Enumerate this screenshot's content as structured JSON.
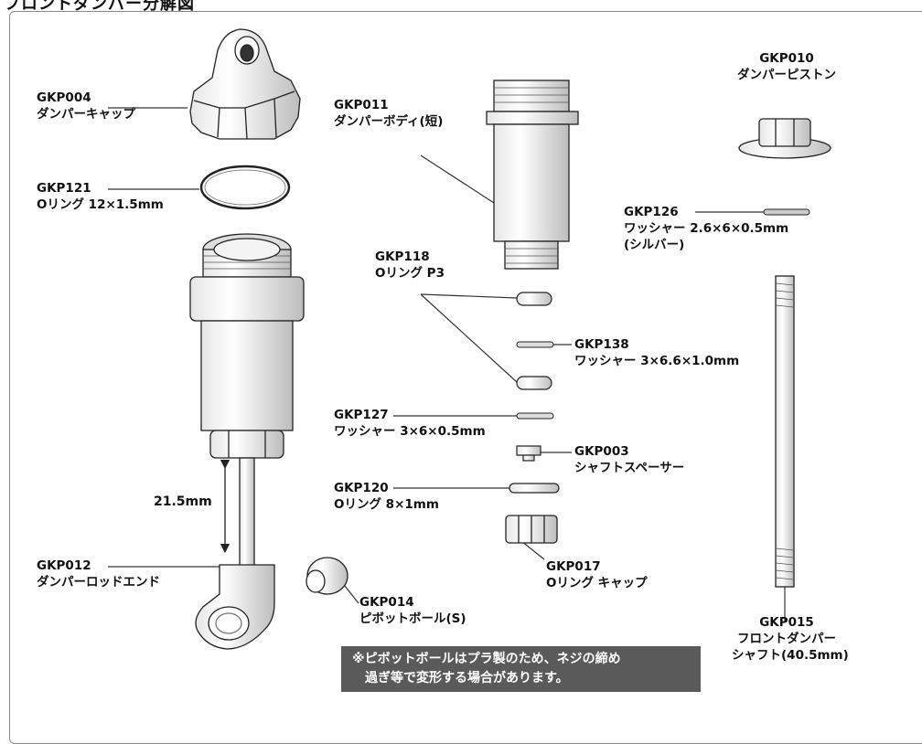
{
  "title": "フロントダンパー分解図",
  "parts": {
    "gkp004": {
      "code": "GKP004",
      "name": "ダンパーキャップ"
    },
    "gkp121": {
      "code": "GKP121",
      "name": "Oリング 12×1.5mm"
    },
    "gkp011": {
      "code": "GKP011",
      "name": "ダンパーボディ(短)"
    },
    "gkp010": {
      "code": "GKP010",
      "name": "ダンパーピストン"
    },
    "gkp126": {
      "code": "GKP126",
      "name": "ワッシャー 2.6×6×0.5mm",
      "note": "(シルバー)"
    },
    "gkp118": {
      "code": "GKP118",
      "name": "Oリング P3"
    },
    "gkp138": {
      "code": "GKP138",
      "name": "ワッシャー 3×6.6×1.0mm"
    },
    "gkp127": {
      "code": "GKP127",
      "name": "ワッシャー 3×6×0.5mm"
    },
    "gkp003": {
      "code": "GKP003",
      "name": "シャフトスペーサー"
    },
    "gkp120": {
      "code": "GKP120",
      "name": "Oリング 8×1mm"
    },
    "gkp017": {
      "code": "GKP017",
      "name": "Oリング キャップ"
    },
    "gkp012": {
      "code": "GKP012",
      "name": "ダンパーロッドエンド"
    },
    "gkp014": {
      "code": "GKP014",
      "name": "ピボットボール(S)"
    },
    "gkp015": {
      "code": "GKP015",
      "name": "フロントダンパー",
      "note": "シャフト(40.5mm)"
    }
  },
  "dimension": "21.5mm",
  "notice": {
    "line1": "※ピボットボールはプラ製のため、ネジの締め",
    "line2": "過ぎ等で変形する場合があります。"
  }
}
